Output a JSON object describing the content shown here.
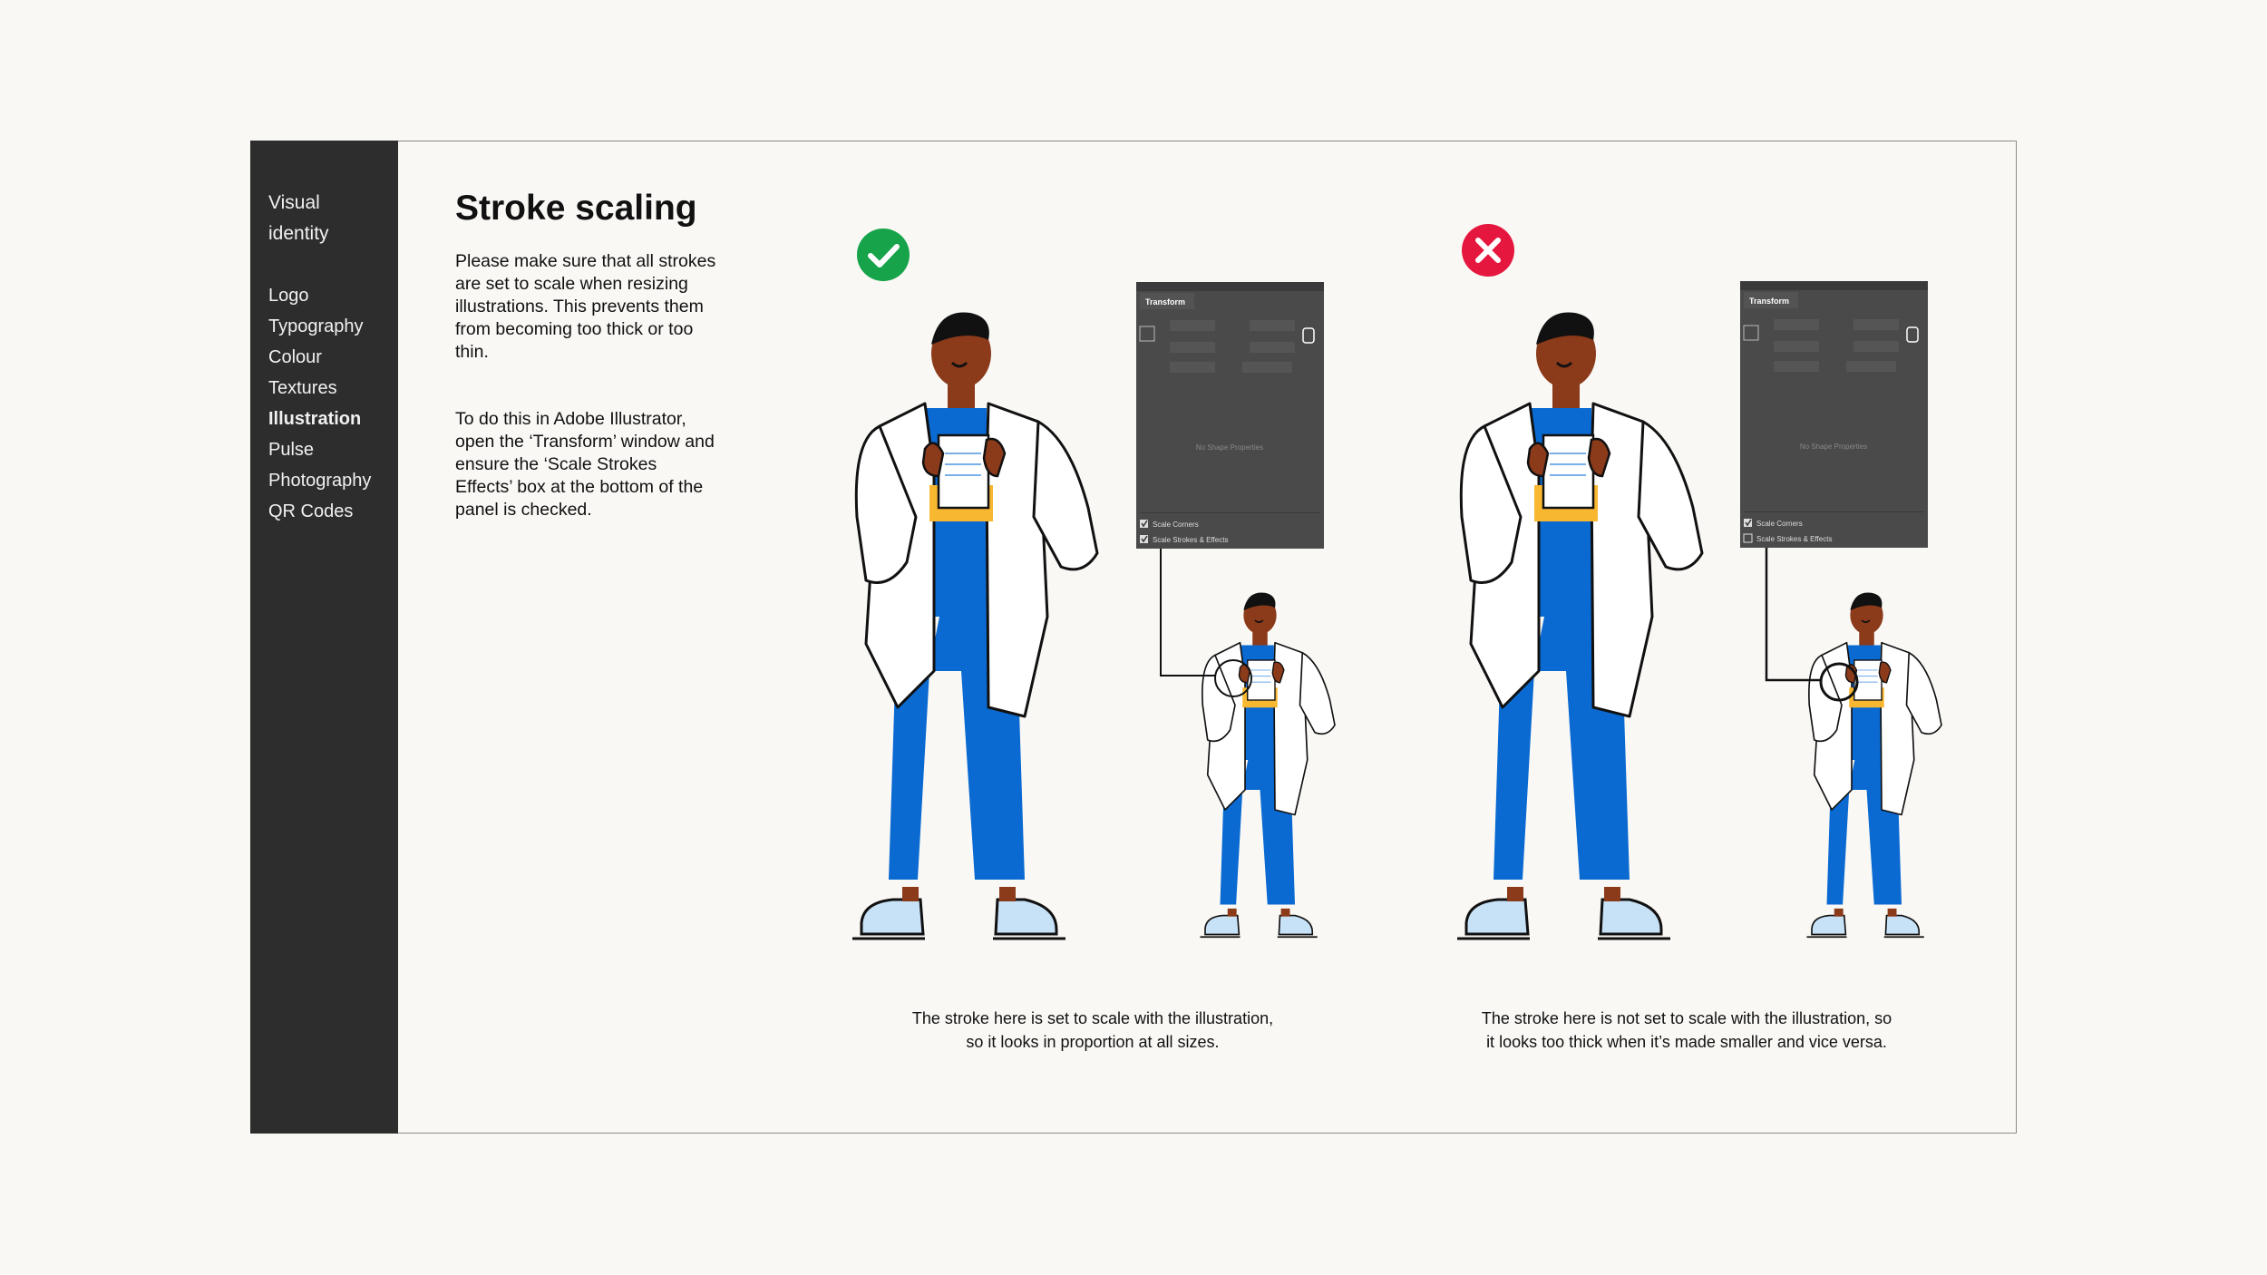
{
  "sidebar": {
    "brand": "Visual identity",
    "items": [
      {
        "label": "Logo"
      },
      {
        "label": "Typography"
      },
      {
        "label": "Colour"
      },
      {
        "label": "Textures"
      },
      {
        "label": "Illustration",
        "active": true
      },
      {
        "label": "Pulse"
      },
      {
        "label": "Photography"
      },
      {
        "label": "QR Codes"
      }
    ]
  },
  "main": {
    "title": "Stroke scaling",
    "paragraph1": "Please make sure that all strokes are set to scale when resizing illustrations. This prevents them from becoming too thick or too thin.",
    "paragraph2": "To do this in Adobe Illustrator, open the ‘Transform’ window and ensure the ‘Scale Strokes Effects’ box at the bottom of the panel is checked."
  },
  "examples": {
    "correct": {
      "icon": "check-icon",
      "color": "#16a34a",
      "caption_line1": "The stroke here is set to scale with the illustration,",
      "caption_line2": "so it looks in proportion at all sizes.",
      "panel": {
        "title": "Transform",
        "empty_text": "No Shape Properties",
        "option1": "Scale Corners",
        "option1_checked": true,
        "option2": "Scale Strokes & Effects",
        "option2_checked": true
      }
    },
    "incorrect": {
      "icon": "cross-icon",
      "color": "#e5173f",
      "caption_line1": "The stroke here is not set to scale with the illustration, so",
      "caption_line2": "it looks too thick when it’s made smaller and vice versa.",
      "panel": {
        "title": "Transform",
        "empty_text": "No Shape Properties",
        "option1": "Scale Corners",
        "option1_checked": true,
        "option2": "Scale Strokes & Effects",
        "option2_checked": false
      }
    }
  },
  "colors": {
    "sidebar_bg": "#2d2d2d",
    "coat": "#ffffff",
    "pants": "#0a6ad2",
    "skin": "#8b3a1a",
    "paper_yellow": "#f7b731",
    "shoes": "#c7e1f7",
    "panel_bg": "#4a4a4a"
  }
}
